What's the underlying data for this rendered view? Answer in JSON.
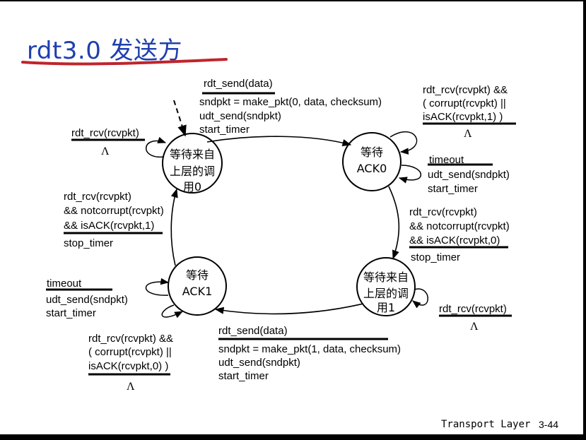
{
  "title": "rdt3.0 发送方",
  "colors": {
    "title": "#1f3fae",
    "underline": "#c0242b"
  },
  "states": {
    "wait_call_0": [
      "等待来自",
      "上层的调",
      "用0"
    ],
    "wait_ack_0": [
      "等待",
      "ACK0"
    ],
    "wait_call_1": [
      "等待来自",
      "上层的调",
      "用1"
    ],
    "wait_ack_1": [
      "等待",
      "ACK1"
    ]
  },
  "transitions": {
    "call0_to_ack0": {
      "event": "rdt_send(data)",
      "actions": [
        "sndpkt = make_pkt(0, data, checksum)",
        "udt_send(sndpkt)",
        "start_timer"
      ]
    },
    "ack0_self_corrupt": {
      "event": [
        "rdt_rcv(rcvpkt) &&",
        "( corrupt(rcvpkt) ||",
        "isACK(rcvpkt,1) )"
      ],
      "action": "Λ"
    },
    "ack0_self_timeout": {
      "event": "timeout",
      "actions": [
        "udt_send(sndpkt)",
        "start_timer"
      ]
    },
    "ack0_to_call1": {
      "event": [
        "rdt_rcv(rcvpkt)",
        "&& notcorrupt(rcvpkt)",
        "&& isACK(rcvpkt,0)"
      ],
      "action": "stop_timer"
    },
    "call1_self": {
      "event": "rdt_rcv(rcvpkt)",
      "action": "Λ"
    },
    "call1_to_ack1": {
      "event": "rdt_send(data)",
      "actions": [
        "sndpkt = make_pkt(1, data, checksum)",
        "udt_send(sndpkt)",
        "start_timer"
      ]
    },
    "ack1_self_corrupt": {
      "event": [
        "rdt_rcv(rcvpkt) &&",
        "( corrupt(rcvpkt) ||",
        "isACK(rcvpkt,0) )"
      ],
      "action": "Λ"
    },
    "ack1_self_timeout": {
      "event": "timeout",
      "actions": [
        "udt_send(sndpkt)",
        "start_timer"
      ]
    },
    "ack1_to_call0": {
      "event": [
        "rdt_rcv(rcvpkt)",
        "&& notcorrupt(rcvpkt)",
        "&& isACK(rcvpkt,1)"
      ],
      "action": "stop_timer"
    },
    "call0_self": {
      "event": "rdt_rcv(rcvpkt)",
      "action": "Λ"
    }
  },
  "footer": {
    "section": "Transport Layer",
    "page": "3-44"
  }
}
